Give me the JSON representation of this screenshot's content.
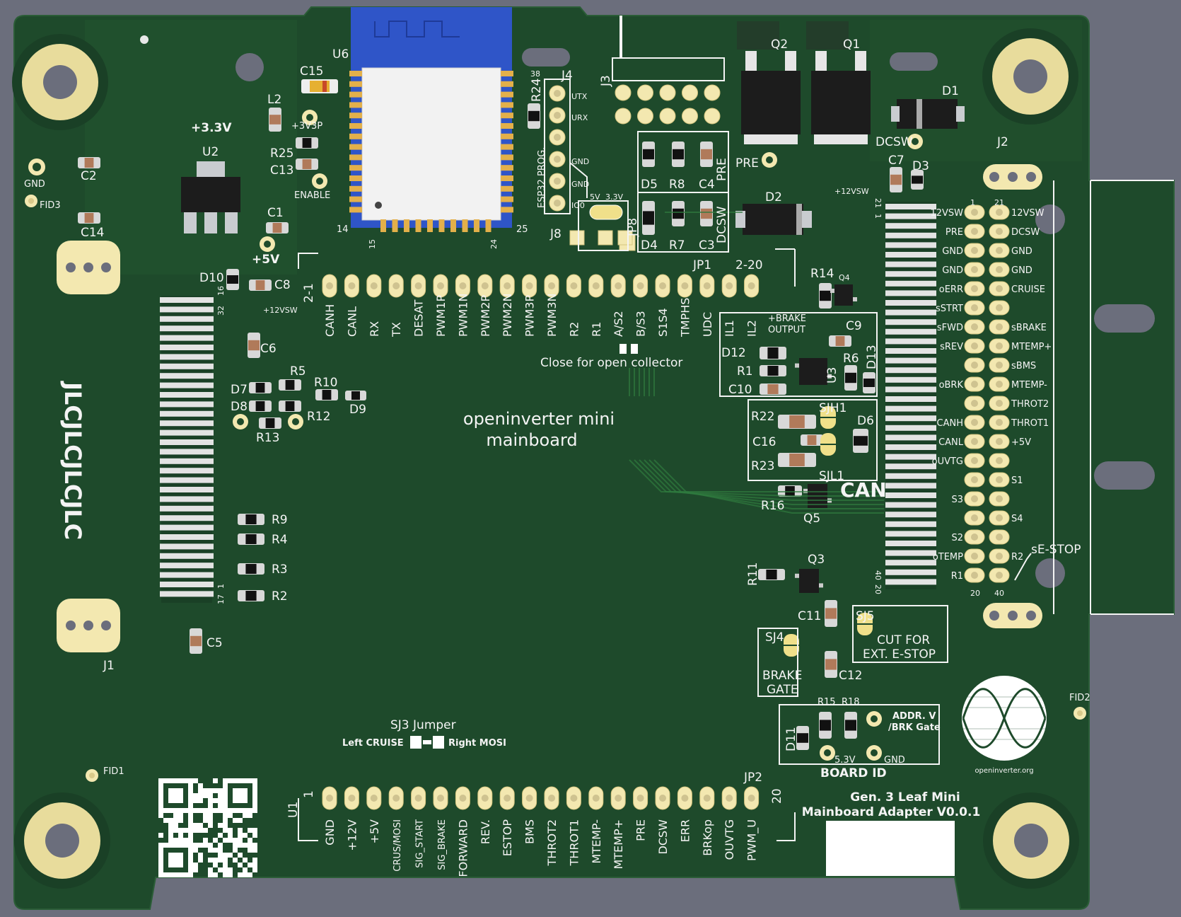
{
  "board": {
    "title": "openinverter mini mainboard",
    "title_line1": "openinverter mini",
    "title_line2": "mainboard",
    "adapter_line1": "Gen. 3 Leaf Mini",
    "adapter_line2": "Mainboard Adapter V0.0.1",
    "jlc": "JLCJLCJLCJLC",
    "logo_text": "openinverter.org",
    "colors": {
      "board": "#1e4a2b",
      "copper_pad": "#f3e8b0",
      "silkscreen": "#f4f4f4",
      "background": "#6b6e7c",
      "module": "#2f55c8"
    }
  },
  "refs": {
    "u6": "U6",
    "c15": "C15",
    "l2": "L2",
    "r25": "R25",
    "c13": "C13",
    "r24": "R24",
    "j4": "J4",
    "j3": "J3",
    "q2": "Q2",
    "q1": "Q1",
    "d1": "D1",
    "j2": "J2",
    "c7": "C7",
    "d3": "D3",
    "d2": "D2",
    "d5": "D5",
    "r8": "R8",
    "c4": "C4",
    "pre_box": "PRE",
    "d4": "D4",
    "r7": "R7",
    "c3": "C3",
    "dcsw_box": "DCSW",
    "jp8": "JP8",
    "j8": "J8",
    "u2": "U2",
    "c2": "C2",
    "c14": "C14",
    "c1": "C1",
    "d10": "D10",
    "c8": "C8",
    "c6": "C6",
    "r5": "R5",
    "r10": "R10",
    "d7": "D7",
    "d8": "D8",
    "r12": "R12",
    "d9": "D9",
    "r13": "R13",
    "r9": "R9",
    "r4": "R4",
    "r3": "R3",
    "r2": "R2",
    "c5": "C5",
    "j1": "J1",
    "jp1": "JP1",
    "r14": "R14",
    "q4": "Q4",
    "c9": "C9",
    "d12": "D12",
    "r1": "R1",
    "r6": "R6",
    "u3": "U3",
    "d13": "D13",
    "c10": "C10",
    "r22": "R22",
    "sjh1": "SJH1",
    "d6": "D6",
    "c16": "C16",
    "r23": "R23",
    "sjl1": "SJL1",
    "can": "CAN",
    "r16": "R16",
    "q5": "Q5",
    "r11": "R11",
    "q3": "Q3",
    "c11": "C11",
    "sj5": "SJ5",
    "sj4": "SJ4",
    "c12": "C12",
    "r15": "R15",
    "r18": "R18",
    "d11": "D11",
    "jp2": "JP2",
    "u1": "U1",
    "fid1": "FID1",
    "fid2": "FID2",
    "fid3": "FID3"
  },
  "labels": {
    "v33": "+3.3V",
    "v5": "+5V",
    "gnd": "GND",
    "enable": "ENABLE",
    "v3v3p": "+3V3P",
    "esp32_prog": "ESP32 PROG.",
    "utx": "UTX",
    "urx": "URX",
    "j4_gnd1": "GND",
    "j4_gnd2": "GND",
    "io0": "IO0",
    "jp8_5v": "5V",
    "jp8_33v": "3.3V",
    "pre_pad": "PRE",
    "dcsw_pad": "DCSW",
    "v12vsw_top": "+12VSW",
    "v12vsw_left": "+12VSW",
    "brake_output": "+BRAKE\nOUTPUT",
    "brake_output_l1": "+BRAKE",
    "brake_output_l2": "OUTPUT",
    "open_collector": "Close for open collector",
    "cut_for": "CUT FOR",
    "ext_estop": "EXT. E-STOP",
    "brake_gate_l1": "BRAKE",
    "brake_gate_l2": "GATE",
    "addr_v_l1": "ADDR. V",
    "addr_v_l2": "/BRK Gate",
    "v53": "5.3V",
    "gnd_bid": "GND",
    "board_id": "BOARD ID",
    "sj3_title": "SJ3 Jumper",
    "sj3_left": "Left CRUISE",
    "sj3_right": "Right MOSI",
    "se_stop": "sE-STOP",
    "jp1_2_1": "2-1",
    "jp1_2_20": "2-20",
    "jp2_1": "1",
    "jp2_20": "20",
    "esp_pin38": "38",
    "esp_pin14": "14",
    "esp_pin15": "15",
    "esp_pin24": "24",
    "esp_pin25": "25",
    "j2_pin1": "1",
    "j2_pin21": "21",
    "j2_pin20": "20",
    "j2_pin40": "40",
    "conn_l_16": "16",
    "conn_l_32": "32",
    "conn_l_17": "17",
    "conn_l_1": "1",
    "conn_r_21": "21",
    "conn_r_1": "1",
    "conn_r_40": "40",
    "conn_r_20": "20"
  },
  "jp1_pins": [
    "CANH",
    "CANL",
    "RX",
    "TX",
    "DESAT",
    "PWM1P",
    "PWM1N",
    "PWM2P",
    "PWM2N",
    "PWM3P",
    "PWM3N",
    "R2",
    "R1",
    "A/S2",
    "B/S3",
    "S1S4",
    "TMPHS",
    "UDC",
    "IL1",
    "IL2"
  ],
  "jp2_pins": [
    "GND",
    "+12V",
    "+5V",
    "CRUS/MOSI",
    "SIG_START",
    "SIG_BRAKE",
    "FORWARD",
    "REV.",
    "ESTOP",
    "BMS",
    "THROT2",
    "THROT1",
    "MTEMP-",
    "MTEMP+",
    "PRE",
    "DCSW",
    "ERR",
    "BRKop",
    "OUVTG",
    "PWM_U"
  ],
  "j2_left_labels": [
    "12VSW",
    "PRE",
    "GND",
    "GND",
    "oERR",
    "sSTRT",
    "sFWD",
    "sREV",
    "",
    "oBRK",
    "",
    "CANH",
    "CANL",
    "oUVTG",
    "",
    "S3",
    "",
    "S2",
    "oTEMP",
    "R1"
  ],
  "j2_right_labels": [
    "12VSW",
    "DCSW",
    "GND",
    "GND",
    "CRUISE",
    "",
    "sBRAKE",
    "MTEMP+",
    "sBMS",
    "MTEMP-",
    "THROT2",
    "THROT1",
    "+5V",
    "",
    "S1",
    "",
    "S4",
    "",
    "R2",
    ""
  ]
}
